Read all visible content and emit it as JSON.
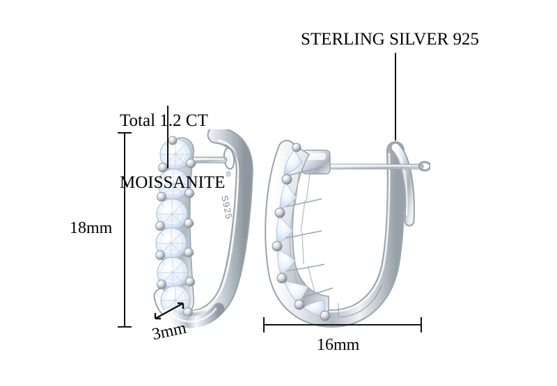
{
  "image": {
    "subject": "sterling silver moissanite hoop earrings product diagram",
    "background_color": "#ffffff",
    "annotation_color": "#111111",
    "metal_color": "#d9dde2",
    "stone_color": "#eef4fb"
  },
  "annotations": {
    "moissanite": {
      "text": "Total 1.2 CT\nMOISSANITE",
      "line1": "Total 1.2 CT",
      "line2": "MOISSANITE"
    },
    "sterling": {
      "text": "STERLING SILVER 925"
    }
  },
  "dimensions": {
    "height": "18mm",
    "width": "16mm",
    "stone": "3mm"
  },
  "stamp": {
    "text": "S925"
  },
  "left_earring": {
    "stone_count": 6,
    "view": "three-quarter front"
  },
  "right_earring": {
    "stone_count": 6,
    "view": "side profile with open clasp"
  }
}
